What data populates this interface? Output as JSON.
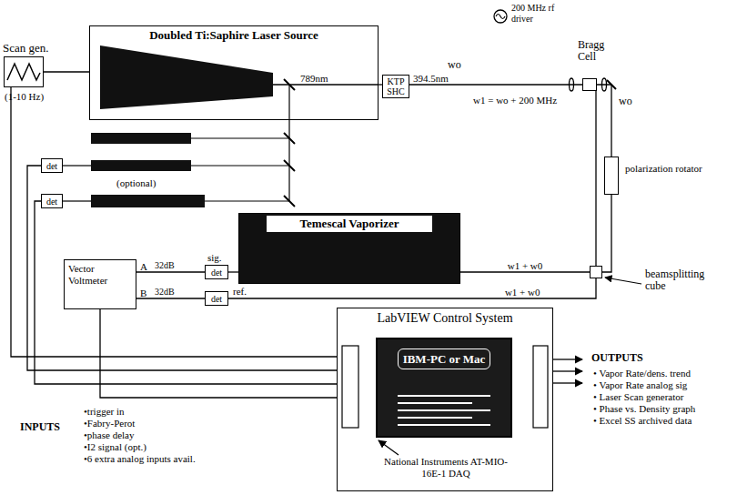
{
  "diagram": {
    "nodes": [
      {
        "text": [
          "Scan gen.",
          "(1-10 Hz)"
        ]
      },
      {
        "text": [
          "Doubled Ti:Saphire Laser Source"
        ]
      },
      {
        "text": [
          "KTP SHC"
        ]
      },
      {
        "text": [
          "Bragg Cell"
        ]
      },
      {
        "text": [
          "200 MHz rf driver"
        ]
      },
      {
        "text": [
          "polarization rotator"
        ]
      },
      {
        "text": [
          "beamsplitting cube"
        ]
      },
      {
        "text": [
          "det"
        ]
      },
      {
        "text": [
          "det"
        ]
      },
      {
        "text": [
          "Temescal Vaporizer"
        ]
      },
      {
        "text": [
          "det"
        ]
      },
      {
        "text": [
          "det"
        ]
      },
      {
        "text": [
          "Vector Voltmeter"
        ]
      },
      {
        "text": [
          "LabVIEW Control System",
          "National Instruments AT-MIO-16E-1 DAQ"
        ]
      },
      {
        "text": [
          "IBM-PC or Mac"
        ],
        "in": 13
      }
    ],
    "edges": [
      {
        "from": 0,
        "to": 1,
        "arrow": "none"
      },
      {
        "from": 13,
        "to": 0,
        "arrow": "none"
      },
      {
        "from": 7,
        "to": 13,
        "arrow": "none"
      },
      {
        "from": 8,
        "to": 13,
        "arrow": "none"
      },
      {
        "from": 12,
        "to": 13,
        "arrow": "none"
      },
      {
        "from": 1,
        "to": 2,
        "arrow": "none"
      },
      {
        "from": 2,
        "to": 3,
        "arrow": "none"
      },
      {
        "from": 3,
        "to": 5,
        "arrow": "none"
      },
      {
        "from": 5,
        "to": 6,
        "arrow": "none"
      },
      {
        "from": 3,
        "to": 6,
        "arrow": "none"
      },
      {
        "from": 6,
        "to": 9,
        "arrow": "none",
        "label": "w1 + w0"
      },
      {
        "from": 6,
        "to": 11,
        "arrow": "none",
        "label": "w1 + w0"
      },
      {
        "from": 9,
        "to": 10,
        "arrow": "none"
      },
      {
        "from": 10,
        "to": 12,
        "arrow": "none"
      },
      {
        "from": 11,
        "to": 12,
        "arrow": "none"
      }
    ],
    "labels": [
      "789nm",
      "394.5nm",
      "wo",
      "w1 = wo + 200 MHz",
      "wo",
      "(optional)",
      "A",
      "B",
      "32dB",
      "32dB",
      "sig.",
      "ref.",
      "INPUTS",
      "•trigger in",
      "•Fabry-Perot",
      "•phase delay",
      "•I2 signal (opt.)",
      "•6 extra analog inputs avail.",
      "OUTPUTS",
      "• Vapor Rate/dens. trend",
      "• Vapor Rate analog sig",
      "• Laser Scan generator",
      "• Phase vs. Density graph",
      "• Excel SS archived data"
    ]
  }
}
